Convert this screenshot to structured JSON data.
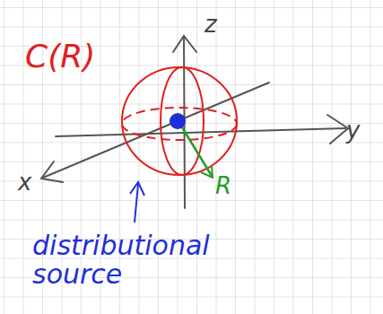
{
  "diagram": {
    "labels": [
      "C(R)",
      "z",
      "y",
      "x",
      "R",
      "distributional source"
    ]
  }
}
